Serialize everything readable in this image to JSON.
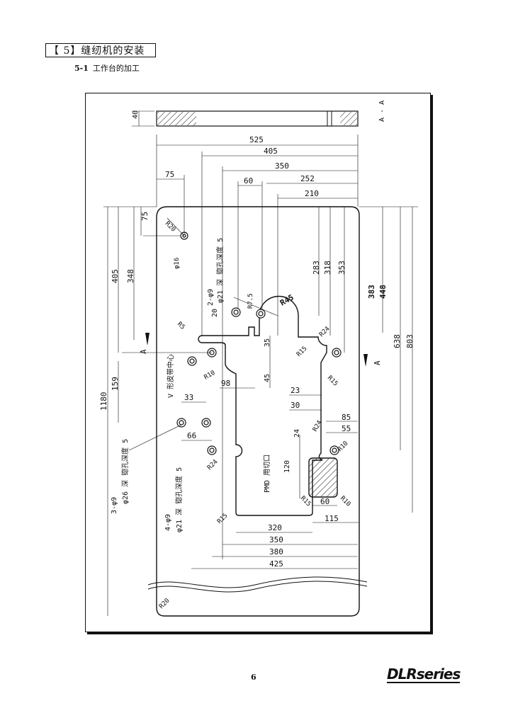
{
  "section": {
    "title": "【 5】缝纫机的安装",
    "subtitle_num": "5-1",
    "subtitle_text": "工作台的加工"
  },
  "drawing": {
    "section_label": "A - A",
    "thickness": "40",
    "dims_top": [
      "525",
      "405",
      "350",
      "252",
      "60",
      "210",
      "75"
    ],
    "dims_left": [
      "75",
      "405",
      "348",
      "159",
      "1180"
    ],
    "dims_right": [
      "283",
      "318",
      "353",
      "383",
      "448",
      "638",
      "803"
    ],
    "dims_inner": [
      "20",
      "35",
      "45",
      "98",
      "23",
      "30",
      "33",
      "66",
      "24",
      "120",
      "85",
      "55",
      "60",
      "115"
    ],
    "dims_bottom": [
      "320",
      "350",
      "380",
      "425"
    ],
    "radii": [
      "R20",
      "R7.5",
      "R45",
      "R24",
      "R15",
      "R10",
      "R5",
      "R15",
      "R24",
      "R10",
      "R24",
      "R15",
      "R10",
      "R15",
      "R20"
    ],
    "hole_labels": [
      "φ16",
      "2-φ9",
      "φ21 深  锪孔深度 5",
      "3-φ9",
      "φ26 深  锪孔深度 5",
      "4-φ9",
      "φ21 深  锪孔深度 5"
    ],
    "notes": {
      "belt_center": "V 形皮带中心",
      "pmd_cutout": "PMD 用切口"
    },
    "view_marks": [
      "A",
      "A"
    ]
  },
  "footer": {
    "page": "6",
    "brand": "DLRseries"
  }
}
